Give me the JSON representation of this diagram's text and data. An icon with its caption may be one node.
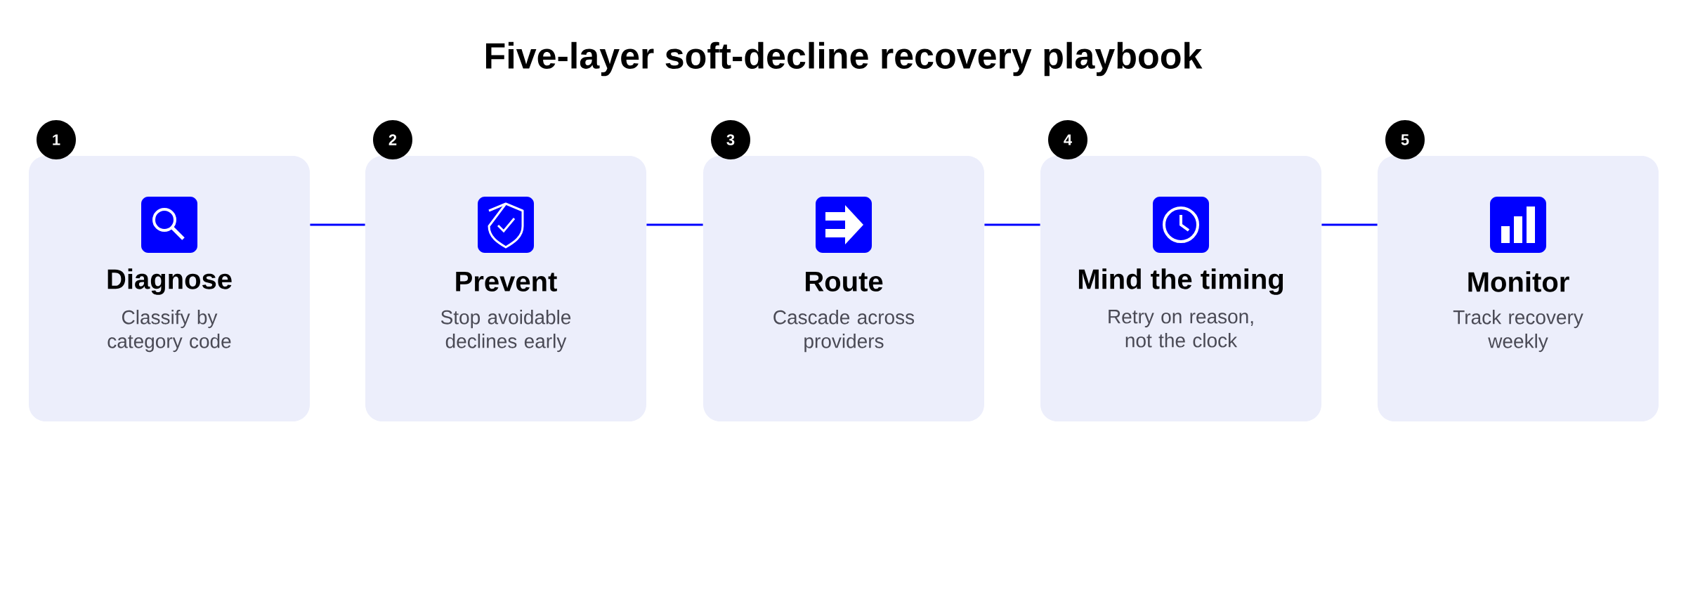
{
  "diagram": {
    "title": "Five-layer soft-decline recovery playbook",
    "nodes": [
      {
        "text": [
          "Diagnose",
          "Classify by category code"
        ],
        "beside": [
          "1"
        ]
      },
      {
        "text": [
          "Prevent",
          "Stop avoidable declines early"
        ],
        "beside": [
          "2"
        ]
      },
      {
        "text": [
          "Route",
          "Cascade across providers"
        ],
        "beside": [
          "3"
        ]
      },
      {
        "text": [
          "Mind the timing",
          "Retry on reason, not the clock"
        ],
        "beside": [
          "4"
        ]
      },
      {
        "text": [
          "Monitor",
          "Track recovery weekly"
        ],
        "beside": [
          "5"
        ]
      }
    ],
    "edges": [
      {
        "from": 0,
        "to": 1,
        "arrow": "none"
      },
      {
        "from": 1,
        "to": 2,
        "arrow": "none"
      },
      {
        "from": 2,
        "to": 3,
        "arrow": "none"
      },
      {
        "from": 3,
        "to": 4,
        "arrow": "none"
      }
    ]
  }
}
